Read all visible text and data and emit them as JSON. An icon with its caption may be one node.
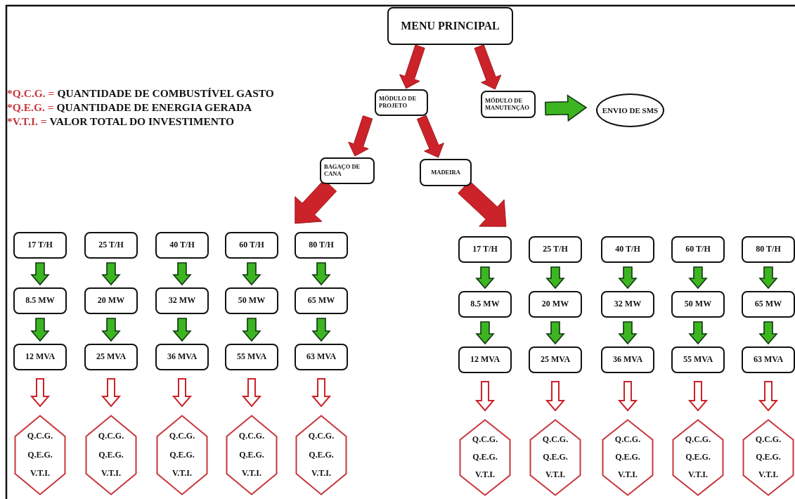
{
  "diagram": {
    "nodes": [
      {
        "text": [
          "MENU PRINCIPAL"
        ]
      },
      {
        "text": [
          "MÓDULO DE PROJETO"
        ]
      },
      {
        "text": [
          "MÓDULO DE MANUTENÇÃO"
        ]
      },
      {
        "text": [
          "ENVIO DE SMS"
        ]
      },
      {
        "text": [
          "BAGAÇO DE CANA"
        ]
      },
      {
        "text": [
          "MADEIRA"
        ]
      },
      {
        "text": [
          "17 T/H"
        ]
      },
      {
        "text": [
          "8.5 MW"
        ]
      },
      {
        "text": [
          "12 MVA"
        ]
      },
      {
        "text": [
          "Q.C.G.",
          "Q.E.G.",
          "V.T.I."
        ]
      },
      {
        "text": [
          "25 T/H"
        ]
      },
      {
        "text": [
          "20 MW"
        ]
      },
      {
        "text": [
          "25 MVA"
        ]
      },
      {
        "text": [
          "Q.C.G.",
          "Q.E.G.",
          "V.T.I."
        ]
      },
      {
        "text": [
          "40 T/H"
        ]
      },
      {
        "text": [
          "32 MW"
        ]
      },
      {
        "text": [
          "36 MVA"
        ]
      },
      {
        "text": [
          "Q.C.G.",
          "Q.E.G.",
          "V.T.I."
        ]
      },
      {
        "text": [
          "60 T/H"
        ]
      },
      {
        "text": [
          "50 MW"
        ]
      },
      {
        "text": [
          "55 MVA"
        ]
      },
      {
        "text": [
          "Q.C.G.",
          "Q.E.G.",
          "V.T.I."
        ]
      },
      {
        "text": [
          "80 T/H"
        ]
      },
      {
        "text": [
          "65 MW"
        ]
      },
      {
        "text": [
          "63 MVA"
        ]
      },
      {
        "text": [
          "Q.C.G.",
          "Q.E.G.",
          "V.T.I."
        ]
      },
      {
        "text": [
          "17 T/H"
        ]
      },
      {
        "text": [
          "8.5 MW"
        ]
      },
      {
        "text": [
          "12 MVA"
        ]
      },
      {
        "text": [
          "Q.C.G.",
          "Q.E.G.",
          "V.T.I."
        ]
      },
      {
        "text": [
          "25 T/H"
        ]
      },
      {
        "text": [
          "20 MW"
        ]
      },
      {
        "text": [
          "25 MVA"
        ]
      },
      {
        "text": [
          "Q.C.G.",
          "Q.E.G.",
          "V.T.I."
        ]
      },
      {
        "text": [
          "40 T/H"
        ]
      },
      {
        "text": [
          "32 MW"
        ]
      },
      {
        "text": [
          "36 MVA"
        ]
      },
      {
        "text": [
          "Q.C.G.",
          "Q.E.G.",
          "V.T.I."
        ]
      },
      {
        "text": [
          "60 T/H"
        ]
      },
      {
        "text": [
          "50 MW"
        ]
      },
      {
        "text": [
          "55 MVA"
        ]
      },
      {
        "text": [
          "Q.C.G.",
          "Q.E.G.",
          "V.T.I."
        ]
      },
      {
        "text": [
          "80 T/H"
        ]
      },
      {
        "text": [
          "65 MW"
        ]
      },
      {
        "text": [
          "63 MVA"
        ]
      },
      {
        "text": [
          "Q.C.G.",
          "Q.E.G.",
          "V.T.I."
        ]
      }
    ],
    "edges": [
      {
        "from": 0,
        "to": 1,
        "arrow": "to",
        "color": "#cc2229"
      },
      {
        "from": 0,
        "to": 2,
        "arrow": "to",
        "color": "#cc2229"
      },
      {
        "from": 2,
        "to": 3,
        "arrow": "to"
      },
      {
        "from": 1,
        "to": 4,
        "arrow": "to",
        "color": "#cc2229"
      },
      {
        "from": 1,
        "to": 5,
        "arrow": "to",
        "color": "#cc2229"
      },
      {
        "from": 4,
        "to": null,
        "arrow": "to",
        "color": "#cc2229"
      },
      {
        "from": 5,
        "to": null,
        "arrow": "to",
        "color": "#cc2229"
      },
      {
        "from": 6,
        "to": 7,
        "arrow": "to"
      },
      {
        "from": 7,
        "to": 8,
        "arrow": "to"
      },
      {
        "from": 8,
        "to": 9,
        "arrow": "to",
        "color": "#cc2229"
      },
      {
        "from": 10,
        "to": 11,
        "arrow": "to"
      },
      {
        "from": 11,
        "to": 12,
        "arrow": "to"
      },
      {
        "from": 12,
        "to": 13,
        "arrow": "to",
        "color": "#cc2229"
      },
      {
        "from": 14,
        "to": 15,
        "arrow": "to"
      },
      {
        "from": 15,
        "to": 16,
        "arrow": "to"
      },
      {
        "from": 16,
        "to": 17,
        "arrow": "to",
        "color": "#cc2229"
      },
      {
        "from": 18,
        "to": 19,
        "arrow": "to"
      },
      {
        "from": 19,
        "to": 20,
        "arrow": "to"
      },
      {
        "from": 20,
        "to": 21,
        "arrow": "to",
        "color": "#cc2229"
      },
      {
        "from": 22,
        "to": 23,
        "arrow": "to"
      },
      {
        "from": 23,
        "to": 24,
        "arrow": "to"
      },
      {
        "from": 24,
        "to": 25,
        "arrow": "to",
        "color": "#cc2229"
      },
      {
        "from": 26,
        "to": 27,
        "arrow": "to"
      },
      {
        "from": 27,
        "to": 28,
        "arrow": "to"
      },
      {
        "from": 28,
        "to": 29,
        "arrow": "to",
        "color": "#cc2229"
      },
      {
        "from": 30,
        "to": 31,
        "arrow": "to"
      },
      {
        "from": 31,
        "to": 32,
        "arrow": "to"
      },
      {
        "from": 32,
        "to": 33,
        "arrow": "to",
        "color": "#cc2229"
      },
      {
        "from": 34,
        "to": 35,
        "arrow": "to"
      },
      {
        "from": 35,
        "to": 36,
        "arrow": "to"
      },
      {
        "from": 36,
        "to": 37,
        "arrow": "to",
        "color": "#cc2229"
      },
      {
        "from": 38,
        "to": 39,
        "arrow": "to"
      },
      {
        "from": 39,
        "to": 40,
        "arrow": "to"
      },
      {
        "from": 40,
        "to": 41,
        "arrow": "to",
        "color": "#cc2229"
      },
      {
        "from": 42,
        "to": 43,
        "arrow": "to"
      },
      {
        "from": 43,
        "to": 44,
        "arrow": "to"
      },
      {
        "from": 44,
        "to": 45,
        "arrow": "to",
        "color": "#cc2229"
      }
    ],
    "labels": [
      "*Q.C.G. =",
      "QUANTIDADE DE COMBUSTÍVEL GASTO",
      "*Q.E.G. =",
      "QUANTIDADE DE ENERGIA GERADA",
      "*V.T.I. =",
      "VALOR TOTAL DO INVESTIMENTO"
    ]
  }
}
